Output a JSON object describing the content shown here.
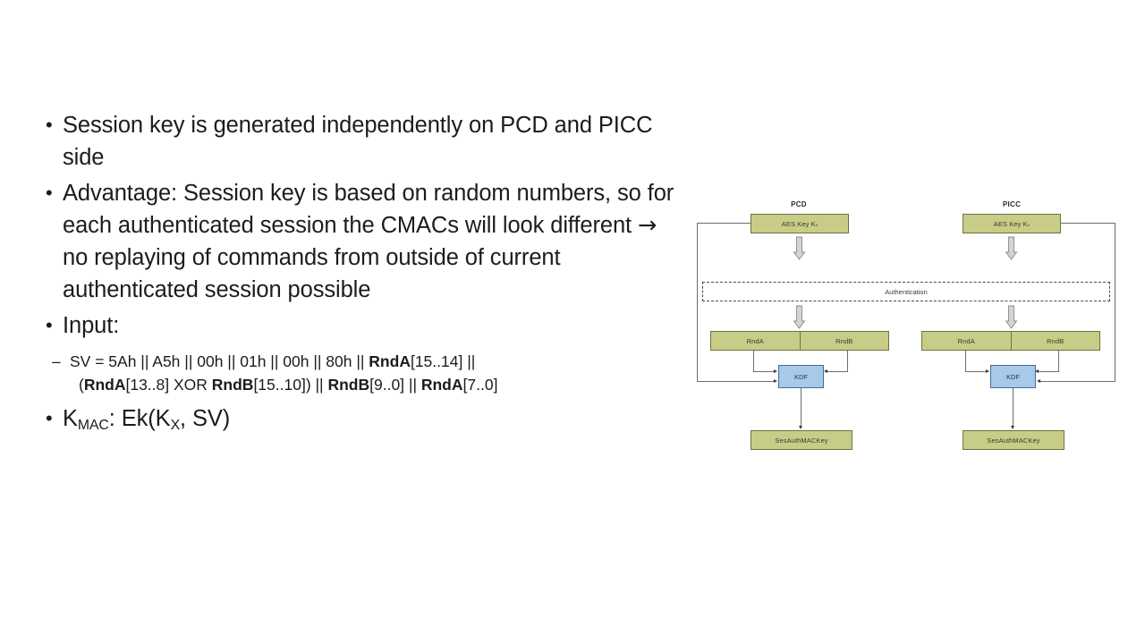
{
  "slide": {
    "bullets": [
      {
        "marker": "•",
        "text": "Session key is generated independently on PCD and PICC side"
      },
      {
        "marker": "•",
        "text_before_arrow": "Advantage: Session key is based on random numbers, so for each authenticated session the CMACs will look different ",
        "arrow": "→",
        "text_after_arrow": " no replaying of commands from outside of current authenticated session possible"
      },
      {
        "marker": "•",
        "text": "Input:"
      }
    ],
    "sub_bullet": {
      "marker": "–",
      "line1_plain_a": "SV = 5Ah || A5h || 00h || 01h || 00h || 80h || ",
      "line1_bold_a": "RndA",
      "line1_plain_b": "[15..14] ||",
      "line2_plain_a": "(",
      "line2_bold_a": "RndA",
      "line2_plain_b": "[13..8] XOR ",
      "line2_bold_b": "RndB",
      "line2_plain_c": "[15..10]) || ",
      "line2_bold_c": "RndB",
      "line2_plain_d": "[9..0] || ",
      "line2_bold_d": "RndA",
      "line2_plain_e": "[7..0]"
    },
    "kmac_bullet": {
      "marker": "•",
      "base": "K",
      "subscript": "MAC",
      "rest_a": ": Ek(K",
      "subscript2": "X",
      "rest_b": ", SV)"
    }
  },
  "diagram": {
    "sides": [
      {
        "label": "PCD"
      },
      {
        "label": "PICC"
      }
    ],
    "labels": {
      "aes_key": "AES Key K",
      "aes_key_sub": "x",
      "authentication": "Authentication",
      "rnd_a": "RndA",
      "rnd_b": "RndB",
      "kdf": "KDF",
      "ses_auth_mac_key": "SesAuthMACKey"
    },
    "colors": {
      "box_green_fill": "#c7cd87",
      "box_green_border": "#6f7340",
      "box_blue_fill": "#a9c9e8",
      "box_blue_border": "#3f6e9e",
      "wire": "#6d6d6d",
      "dashed_border": "#4a4a4a",
      "arrow_fill": "#d4d4d4"
    }
  }
}
